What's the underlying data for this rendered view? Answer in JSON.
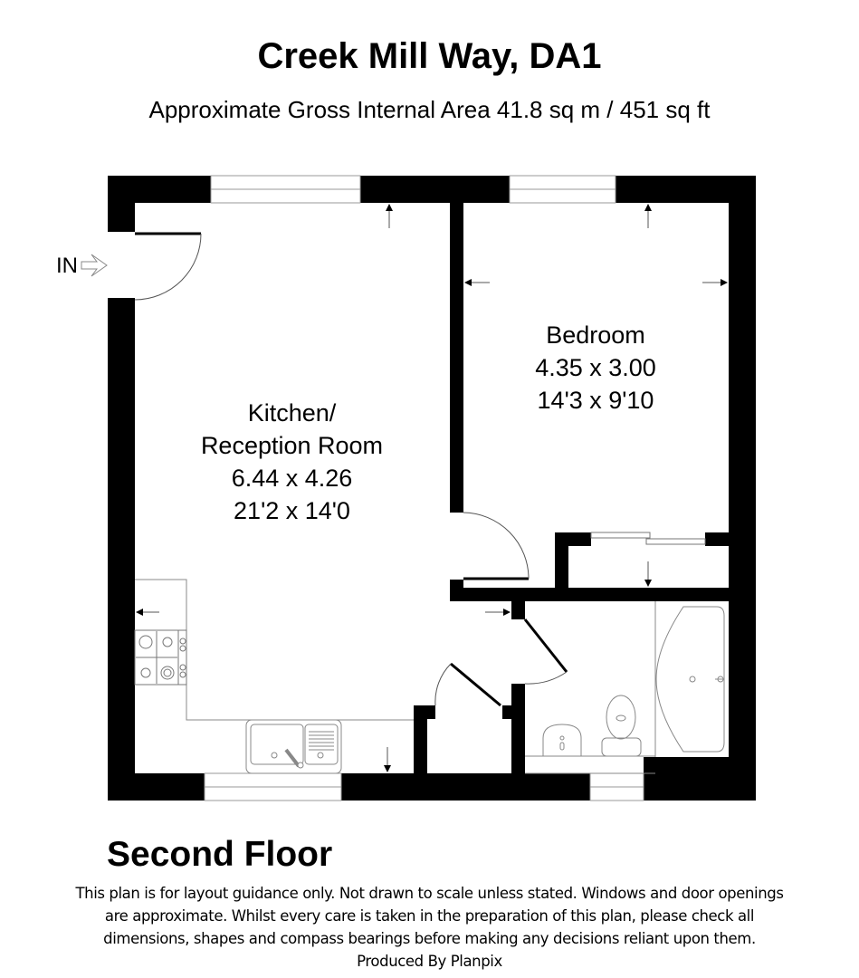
{
  "header": {
    "title": "Creek Mill Way, DA1",
    "subtitle": "Approximate Gross Internal Area  41.8 sq m / 451 sq ft"
  },
  "plan": {
    "entrance_label": "IN",
    "wall_color": "#000000",
    "fixture_line_color": "#8a8a8a",
    "rooms": [
      {
        "name_line1": "Kitchen/",
        "name_line2": "Reception Room",
        "metric": "6.44 x 4.26",
        "imperial": "21'2 x 14'0"
      },
      {
        "name_line1": "Bedroom",
        "metric": "4.35 x 3.00",
        "imperial": "14'3 x 9'10"
      }
    ],
    "unlabeled_spaces": [
      "Bathroom",
      "Wardrobe",
      "Cupboard"
    ],
    "fixtures": [
      "Gas hob",
      "Double sink with drainer",
      "Bath",
      "Toilet",
      "Wash basin"
    ]
  },
  "footer": {
    "floor_label": "Second Floor",
    "disclaimer_line1": "This plan is for layout guidance only. Not drawn to scale unless stated. Windows and door openings",
    "disclaimer_line2": "are approximate. Whilst every care is taken in the preparation of this plan, please check all",
    "disclaimer_line3": "dimensions, shapes and compass bearings before making any decisions reliant upon them.",
    "producer": "Produced By Planpix"
  }
}
